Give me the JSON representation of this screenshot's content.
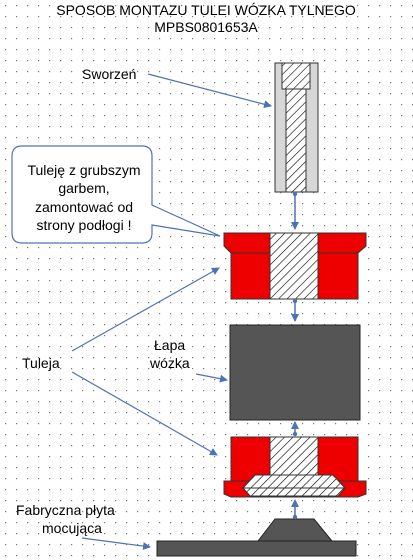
{
  "title": {
    "line1": "SPOSOB MONTAZU TULEI WÓZKA TYLNEGO",
    "line2": "MPBS0801653A"
  },
  "labels": {
    "sworzen": "Sworzeń",
    "tuleja": "Tuleja",
    "lapa_line1": "Łapa",
    "lapa_line2": "wózka",
    "plyta_line1": "Fabryczna płyta",
    "plyta_line2": "mocująca"
  },
  "callout": {
    "line1": "Tuleję z grubszym",
    "line2": "garbem,",
    "line3": "zamontować od",
    "line4": "strony podłogi !"
  },
  "colors": {
    "red": "#ee0000",
    "dark_gray": "#555555",
    "light_gray": "#d7d7d7",
    "arrow_blue": "#4e73b4",
    "grid_dot": "#777777"
  }
}
